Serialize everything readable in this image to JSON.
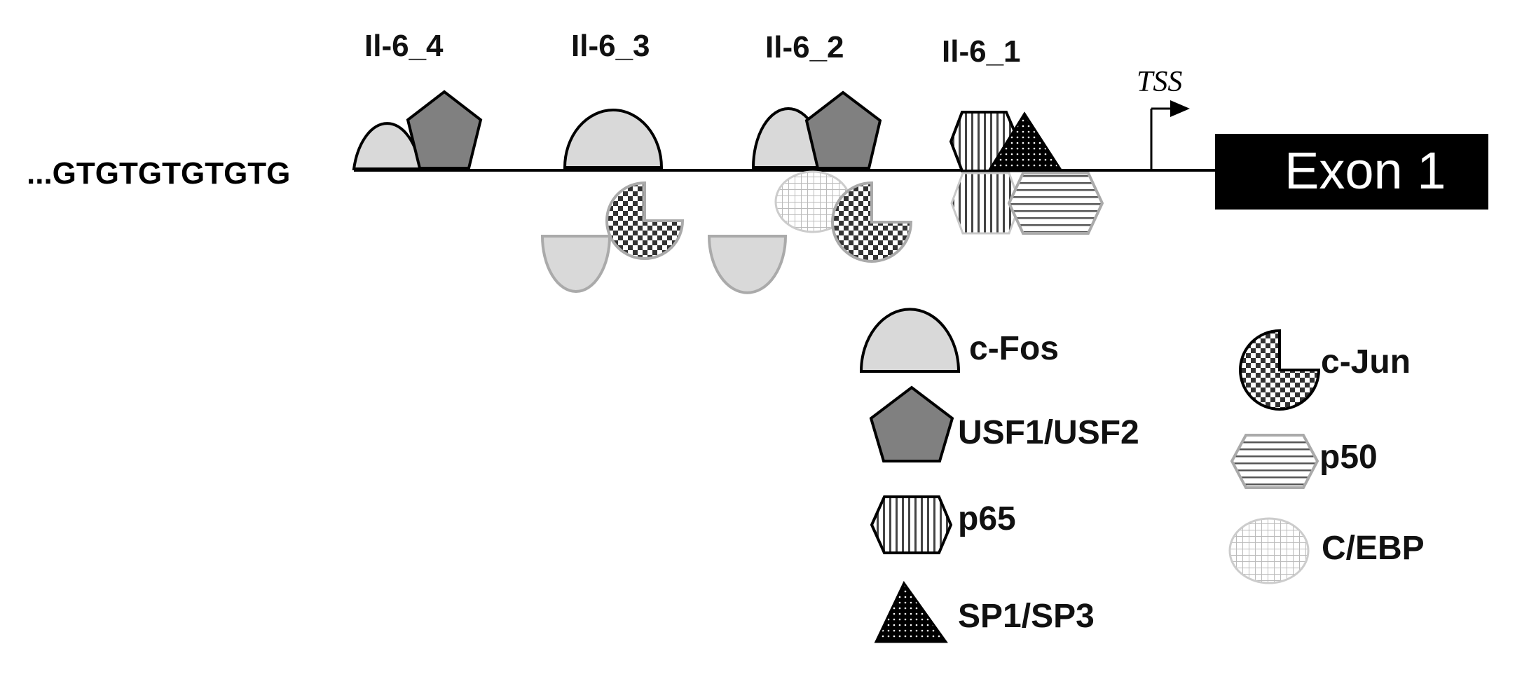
{
  "sequence": {
    "text": "...GTGTGTGTGTG"
  },
  "sites": [
    {
      "label": "Il-6_4"
    },
    {
      "label": "Il-6_3"
    },
    {
      "label": "Il-6_2"
    },
    {
      "label": "Il-6_1"
    }
  ],
  "tss": {
    "label": "TSS"
  },
  "exon": {
    "label": "Exon 1"
  },
  "legend": {
    "c_fos": "c-Fos",
    "usf": "USF1/USF2",
    "p65": "p65",
    "sp": "SP1/SP3",
    "c_jun": "c-Jun",
    "p50": "p50",
    "cebp": "C/EBP"
  },
  "colors": {
    "c_fos": "#d9d9d9",
    "usf": "#808080",
    "line": "#000000",
    "exon_fill": "#000000"
  }
}
